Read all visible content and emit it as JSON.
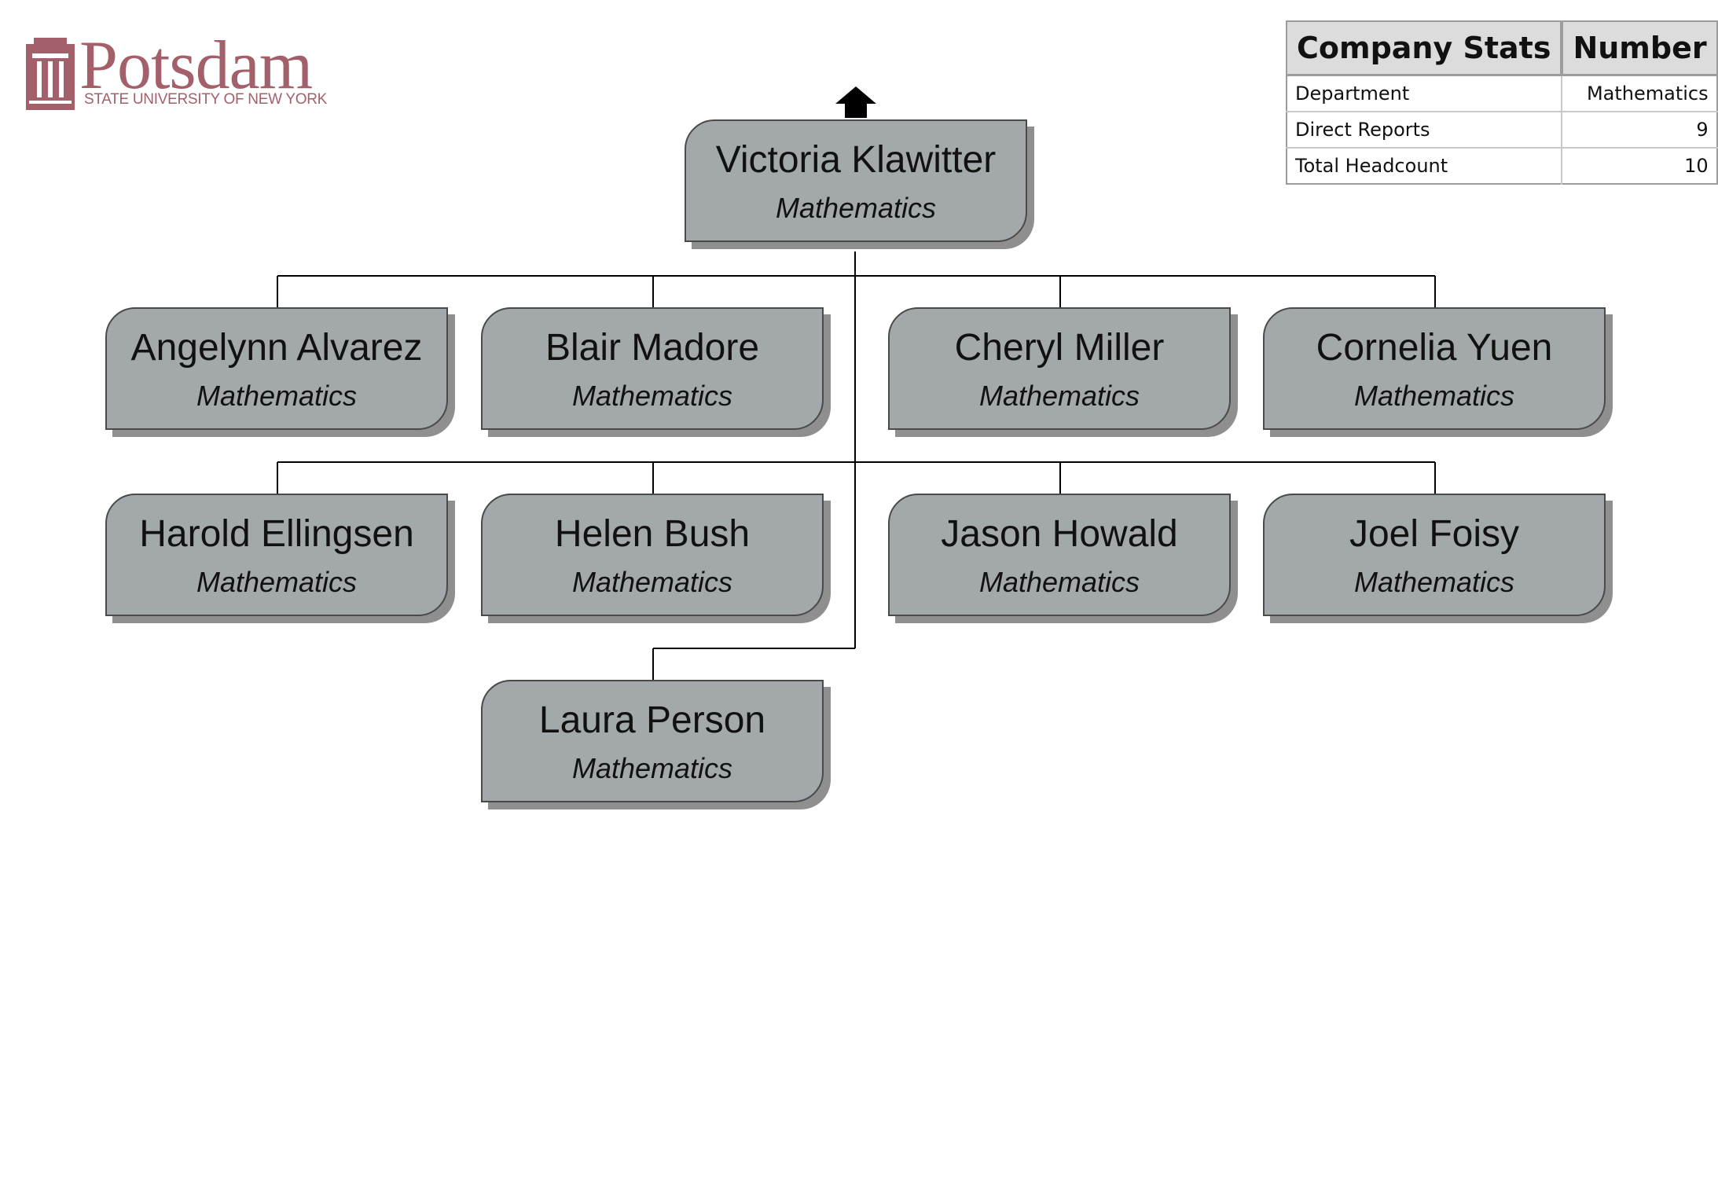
{
  "logo": {
    "wordmark": "Potsdam",
    "subtitle": "STATE UNIVERSITY OF NEW YORK",
    "color": "#a3606a"
  },
  "stats": {
    "header": [
      "Company Stats",
      "Number"
    ],
    "rows": [
      {
        "label": "Department",
        "value": "Mathematics"
      },
      {
        "label": "Direct Reports",
        "value": "9"
      },
      {
        "label": "Total Headcount",
        "value": "10"
      }
    ]
  },
  "org": {
    "manager": {
      "name": "Victoria Klawitter",
      "dept": "Mathematics"
    },
    "reports": [
      {
        "name": "Angelynn Alvarez",
        "dept": "Mathematics"
      },
      {
        "name": "Blair Madore",
        "dept": "Mathematics"
      },
      {
        "name": "Cheryl Miller",
        "dept": "Mathematics"
      },
      {
        "name": "Cornelia Yuen",
        "dept": "Mathematics"
      },
      {
        "name": "Harold Ellingsen",
        "dept": "Mathematics"
      },
      {
        "name": "Helen Bush",
        "dept": "Mathematics"
      },
      {
        "name": "Jason Howald",
        "dept": "Mathematics"
      },
      {
        "name": "Joel Foisy",
        "dept": "Mathematics"
      },
      {
        "name": "Laura Person",
        "dept": "Mathematics"
      }
    ],
    "colors": {
      "box": "#a3a9ab",
      "shadow": "#8f8f8f",
      "line": "#000000"
    }
  }
}
